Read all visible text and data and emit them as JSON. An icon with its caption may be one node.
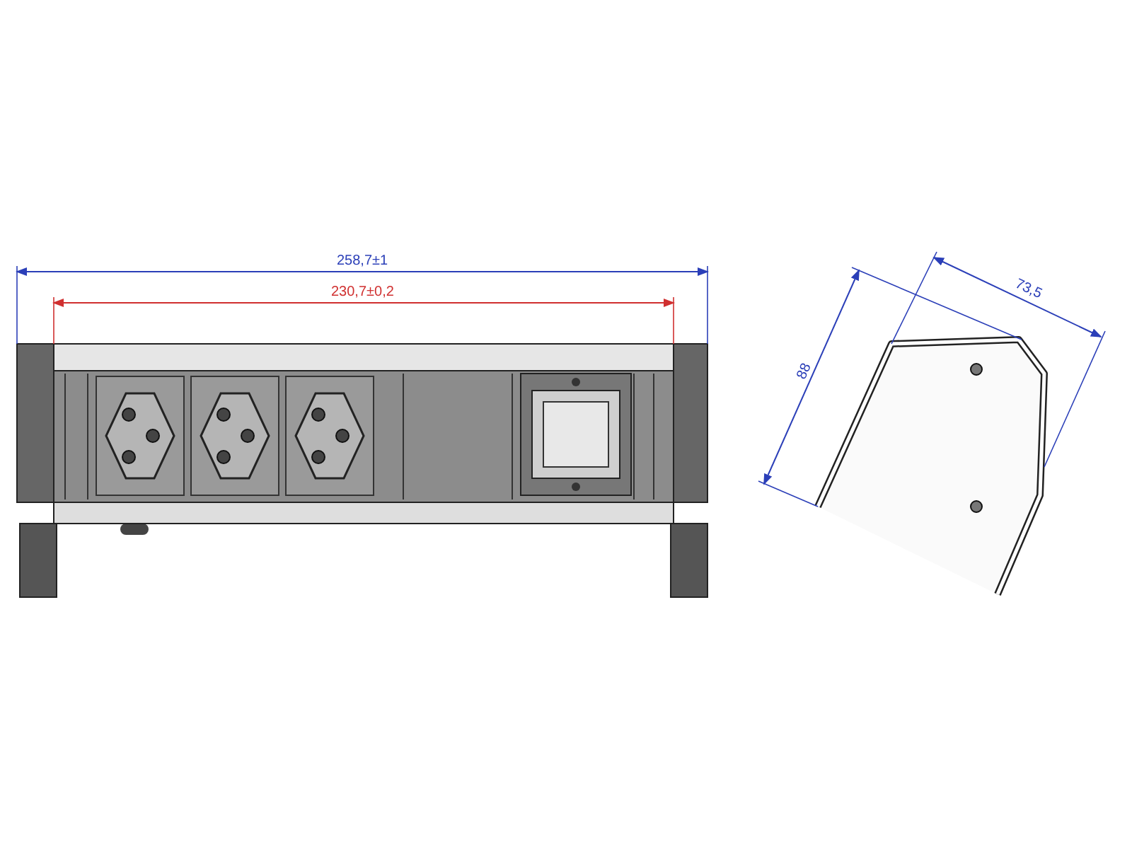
{
  "diagram": {
    "labels": [
      "258,7±1",
      "230,7±0,2",
      "88",
      "73,5"
    ]
  }
}
